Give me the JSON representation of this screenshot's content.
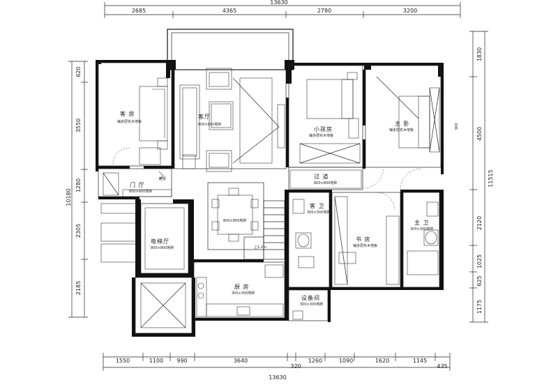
{
  "dimensions": {
    "top_total": "13630",
    "top_segments": [
      "2685",
      "4365",
      "2780",
      "3200"
    ],
    "bottom_total": "13630",
    "bottom_segments": [
      "1550",
      "1100",
      "990",
      "3640",
      "320",
      "1260",
      "1090",
      "1620",
      "1145",
      "435"
    ],
    "left_total": "10180",
    "left_segments": [
      "620",
      "3550",
      "1280",
      "2305",
      "2185"
    ],
    "right_total": "11515",
    "right_segments": [
      "1830",
      "4500",
      "2120",
      "1025",
      "625",
      "1175"
    ]
  },
  "rooms": {
    "guest_bedroom": {
      "name": "客  房",
      "floor": "铺多层实木地板"
    },
    "living_room": {
      "name": "客厅",
      "floor": "800×800地砖"
    },
    "small_bedroom": {
      "name": "小孩房",
      "floor": "铺多层实木地板"
    },
    "master_bedroom": {
      "name": "主  卧",
      "floor": "铺多层实木地板"
    },
    "foyer": {
      "name": "门  厅",
      "floor": "800×800地砖",
      "cabinet": "鞋柜"
    },
    "corridor": {
      "name": "过  道",
      "floor": "800×800地砖"
    },
    "guest_bath": {
      "name": "客  卫",
      "floor": "300×300地砖"
    },
    "master_bath": {
      "name": "主  卫",
      "floor": "300×300地砖"
    },
    "study": {
      "name": "书  房",
      "floor": "铺多层实木地板"
    },
    "dining": {
      "floor": "800×800地砖"
    },
    "elevator_hall": {
      "name": "电梯厅",
      "floor": "800×800地砖"
    },
    "kitchen": {
      "name": "厨  房",
      "floor": "300×300地砖"
    },
    "equipment_room": {
      "name": "设备间",
      "floor": "300×300地砖"
    }
  },
  "annotations": {
    "stair_label": "上1.2m",
    "wall_tag": "900"
  }
}
